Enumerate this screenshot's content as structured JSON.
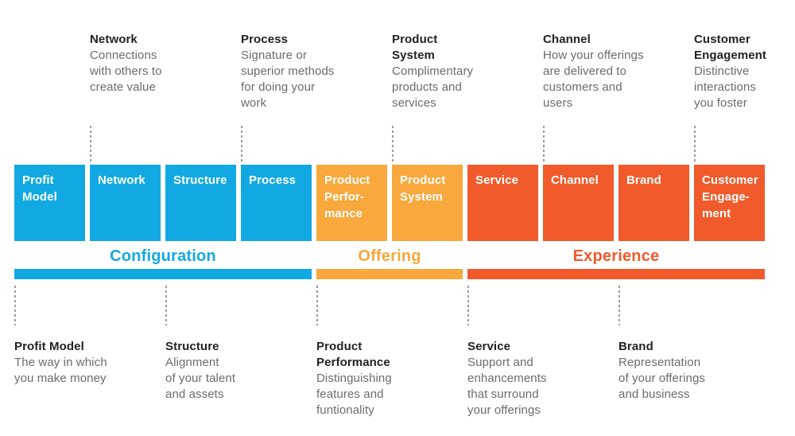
{
  "colors": {
    "configuration": "#12a9e2",
    "offering": "#f8a83d",
    "experience": "#f15a2b",
    "heading_text": "#232122",
    "body_text": "#6a6b6e",
    "connector": "#9a9a9a"
  },
  "top_notes": [
    {
      "heading": "Network",
      "body": "Connections\nwith others to\ncreate value"
    },
    {
      "heading": "Process",
      "body": "Signature or\nsuperior methods\nfor doing your\nwork"
    },
    {
      "heading": "Product\nSystem",
      "body": "Complimentary\nproducts and\nservices"
    },
    {
      "heading": "Channel",
      "body": "How your offerings\nare delivered to\ncustomers and\nusers"
    },
    {
      "heading": "Customer\nEngagement",
      "body": "Distinctive\ninteractions\nyou foster"
    }
  ],
  "boxes": [
    {
      "label": "Profit\nModel",
      "group": "Configuration"
    },
    {
      "label": "Network",
      "group": "Configuration"
    },
    {
      "label": "Structure",
      "group": "Configuration"
    },
    {
      "label": "Process",
      "group": "Configuration"
    },
    {
      "label": "Product\nPerfor-\nmance",
      "group": "Offering"
    },
    {
      "label": "Product\nSystem",
      "group": "Offering"
    },
    {
      "label": "Service",
      "group": "Experience"
    },
    {
      "label": "Channel",
      "group": "Experience"
    },
    {
      "label": "Brand",
      "group": "Experience"
    },
    {
      "label": "Customer\nEngage-\nment",
      "group": "Experience"
    }
  ],
  "groups": [
    {
      "label": "Configuration",
      "color": "#12a9e2"
    },
    {
      "label": "Offering",
      "color": "#f8a83d"
    },
    {
      "label": "Experience",
      "color": "#f15a2b"
    }
  ],
  "bottom_notes": [
    {
      "heading": "Profit Model",
      "body": "The way in which\nyou make money"
    },
    {
      "heading": "Structure",
      "body": "Alignment\nof your talent\nand assets"
    },
    {
      "heading": "Product\nPerformance",
      "body": "Distinguishing\nfeatures and\nfuntionality"
    },
    {
      "heading": "Service",
      "body": "Support and\nenhancements\nthat surround\nyour offerings"
    },
    {
      "heading": "Brand",
      "body": "Representation\nof your offerings\nand business"
    }
  ]
}
